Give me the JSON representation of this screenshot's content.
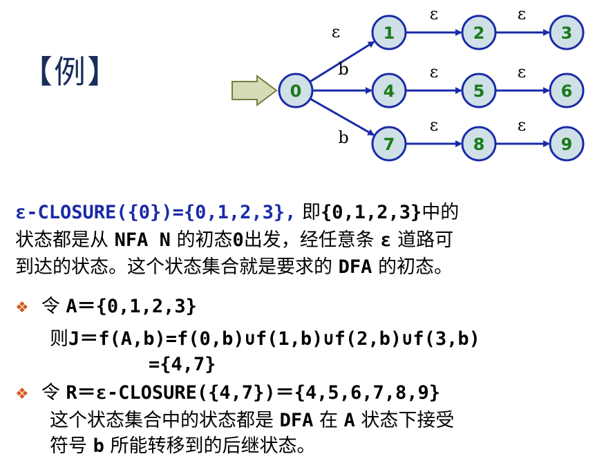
{
  "title": "【例】",
  "nfa": {
    "states": [
      {
        "id": "0"
      },
      {
        "id": "1"
      },
      {
        "id": "2"
      },
      {
        "id": "3"
      },
      {
        "id": "4"
      },
      {
        "id": "5"
      },
      {
        "id": "6"
      },
      {
        "id": "7"
      },
      {
        "id": "8"
      },
      {
        "id": "9"
      }
    ],
    "start_state": "0",
    "transitions": [
      {
        "from": "0",
        "to": "1",
        "label": "ε"
      },
      {
        "from": "0",
        "to": "4",
        "label": "b"
      },
      {
        "from": "0",
        "to": "7",
        "label": "b"
      },
      {
        "from": "1",
        "to": "2",
        "label": "ε"
      },
      {
        "from": "2",
        "to": "3",
        "label": "ε"
      },
      {
        "from": "4",
        "to": "5",
        "label": "ε"
      },
      {
        "from": "5",
        "to": "6",
        "label": "ε"
      },
      {
        "from": "7",
        "to": "8",
        "label": "ε"
      },
      {
        "from": "8",
        "to": "9",
        "label": "ε"
      }
    ]
  },
  "para": {
    "closure_expr": "ε-CLOSURE({0})={0,1,2,3},",
    "t1": " 即",
    "set": "{0,1,2,3}",
    "t2": "中的",
    "t3": "状态都是从 ",
    "nfa": "NFA N",
    "t4": " 的初态",
    "zero": "0",
    "t5": "出发，经任意条 ",
    "eps": "ε",
    "t6": " 道路可",
    "t7": "到达的状态。这个状态集合就是要求的 ",
    "dfa": "DFA",
    "t8": " 的初态。"
  },
  "bullets": {
    "marker": "❖",
    "b1": {
      "ling": "令 ",
      "expr": "A＝{0,1,2,3}",
      "ze": "则",
      "j_expr": "J＝f(A,b)=f(0,b)∪f(1,b)∪f(2,b)∪f(3,b)",
      "j_result": "={4,7}"
    },
    "b2": {
      "ling": "令 ",
      "expr": "R＝ε-CLOSURE({4,7})＝{4,5,6,7,8,9}",
      "t1": "这个状态集合中的状态都是 ",
      "dfa": "DFA",
      "t2": " 在 ",
      "a": "A",
      "t3": " 状态下接受",
      "t4": "符号 ",
      "b": "b",
      "t5": " 所能转移到的后继状态。"
    }
  }
}
